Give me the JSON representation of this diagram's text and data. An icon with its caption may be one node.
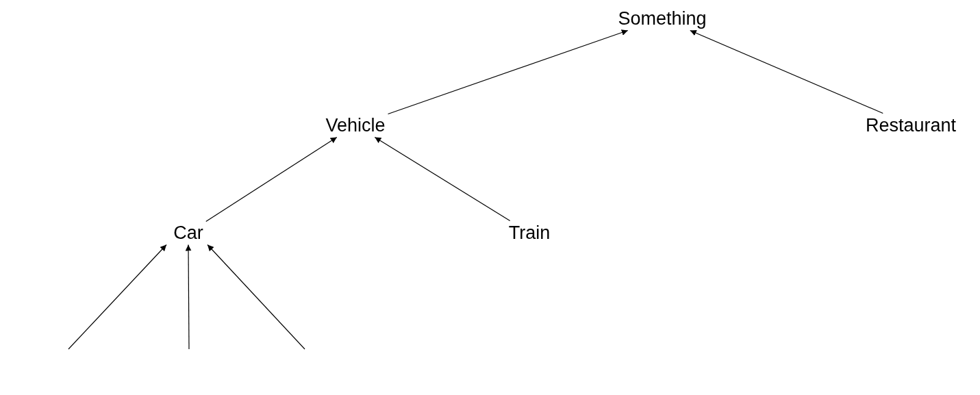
{
  "diagram": {
    "nodes": [
      {
        "text": [
          "Something"
        ]
      },
      {
        "text": [
          "Vehicle"
        ]
      },
      {
        "text": [
          "Restaurant"
        ]
      },
      {
        "text": [
          "Car"
        ]
      },
      {
        "text": [
          "Train"
        ]
      }
    ],
    "edges": [
      {
        "from": 1,
        "to": 0,
        "arrow": "to"
      },
      {
        "from": 2,
        "to": 0,
        "arrow": "to"
      },
      {
        "from": 3,
        "to": 1,
        "arrow": "to"
      },
      {
        "from": 4,
        "to": 1,
        "arrow": "to"
      },
      {
        "from": null,
        "to": 3,
        "arrow": "to"
      },
      {
        "from": null,
        "to": 3,
        "arrow": "to"
      },
      {
        "from": null,
        "to": 3,
        "arrow": "to"
      }
    ]
  }
}
